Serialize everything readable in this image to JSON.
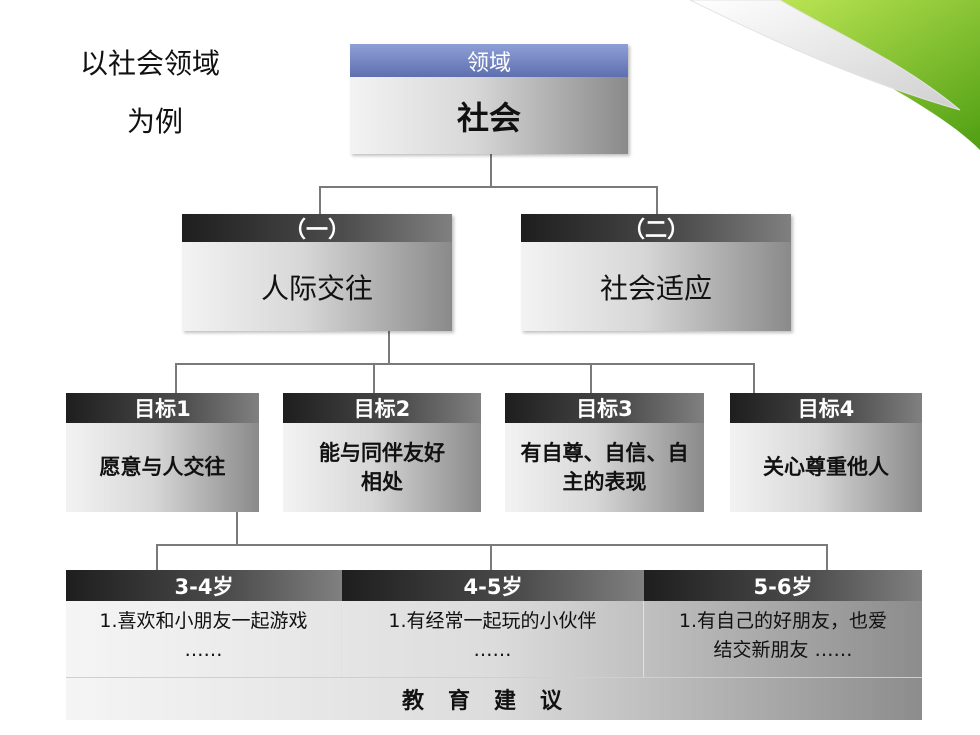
{
  "intro": {
    "line1": "以社会领域",
    "line2": "为例"
  },
  "domain": {
    "header": "领域",
    "label": "社会"
  },
  "subdomains": [
    {
      "header": "（一）",
      "label": "人际交往"
    },
    {
      "header": "（二）",
      "label": "社会适应"
    }
  ],
  "goals": [
    {
      "header": "目标1",
      "label": "愿意与人交往"
    },
    {
      "header": "目标2",
      "label": "能与同伴友好相处"
    },
    {
      "header": "目标3",
      "label": "有自尊、自信、自主的表现"
    },
    {
      "header": "目标4",
      "label": "关心尊重他人"
    }
  ],
  "ages": [
    {
      "header": "3-4岁",
      "line1": "1.喜欢和小朋友一起游戏",
      "line2": "……"
    },
    {
      "header": "4-5岁",
      "line1": "1.有经常一起玩的小伙伴",
      "line2": "……"
    },
    {
      "header": "5-6岁",
      "line1": "1.有自己的好朋友，也爱",
      "line2": "结交新朋友 ……"
    }
  ],
  "advice": "教育建议",
  "colors": {
    "accent_green": "#7cc21b",
    "domain_header": "#6f80c0",
    "dark_header": "#2b2b2b"
  }
}
